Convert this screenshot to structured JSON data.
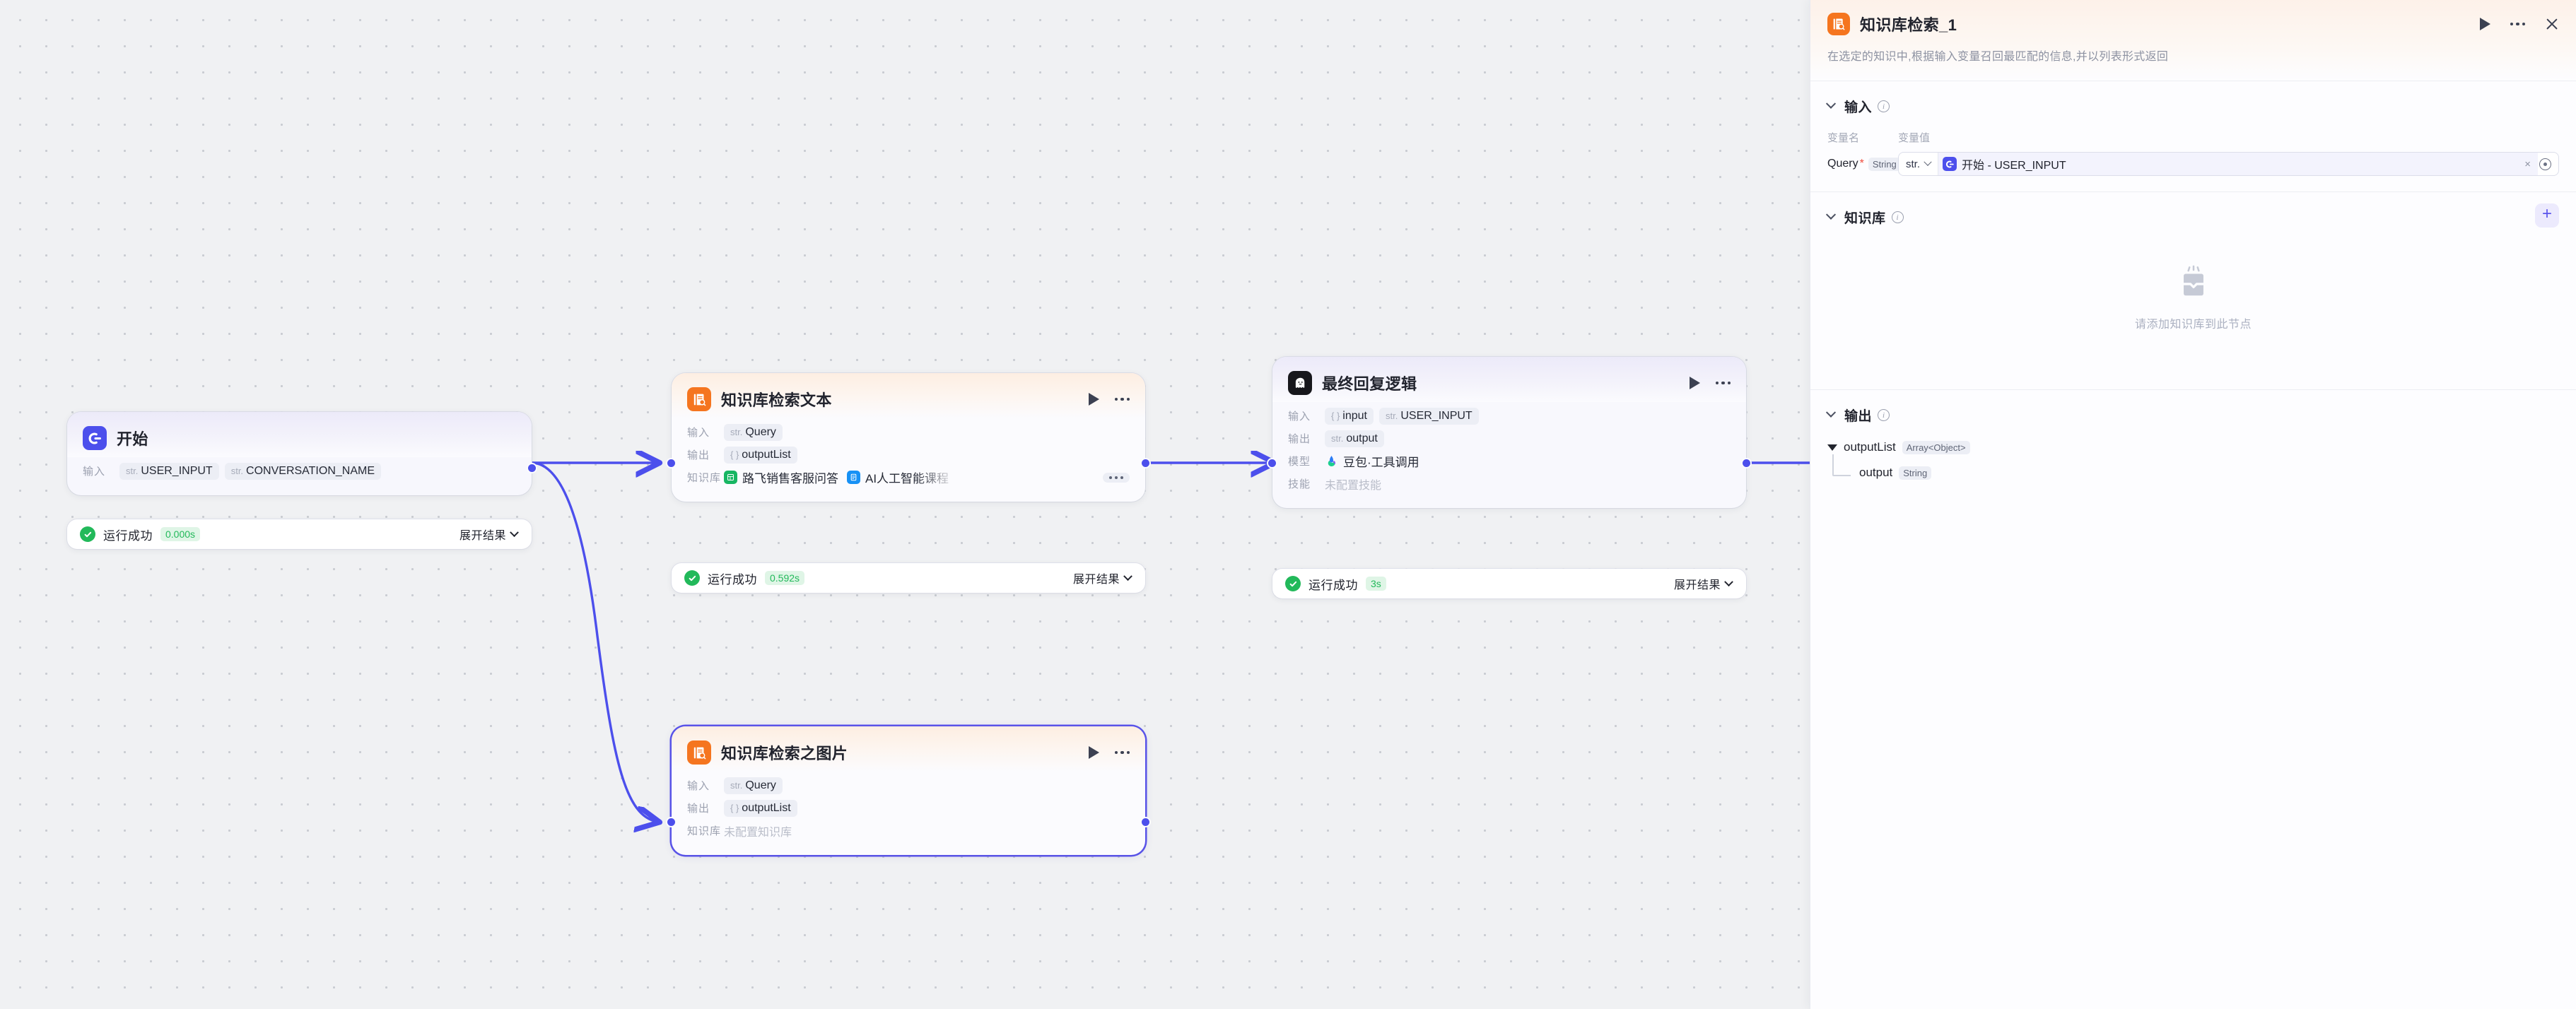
{
  "canvas": {
    "nodes": [
      {
        "id": "start",
        "title": "开始",
        "icon": "start-icon",
        "rows": [
          {
            "label": "输入",
            "chips": [
              {
                "type": "str.",
                "name": "USER_INPUT"
              },
              {
                "type": "str.",
                "name": "CONVERSATION_NAME"
              }
            ]
          }
        ],
        "status": {
          "text": "运行成功",
          "duration": "0.000s",
          "expand": "展开结果"
        }
      },
      {
        "id": "kb-text",
        "title": "知识库检索文本",
        "icon": "knowledge-base-icon",
        "rows": [
          {
            "label": "输入",
            "chips": [
              {
                "type": "str.",
                "name": "Query"
              }
            ]
          },
          {
            "label": "输出",
            "chips": [
              {
                "type": "{ }",
                "name": "outputList"
              }
            ]
          }
        ],
        "kb_label": "知识库",
        "kb_items": [
          {
            "name": "路飞销售客服问答",
            "color": "green"
          },
          {
            "name": "AI人工智能课程",
            "color": "cyan"
          }
        ],
        "kb_overflow": "more-icon",
        "status": {
          "text": "运行成功",
          "duration": "0.592s",
          "expand": "展开结果"
        }
      },
      {
        "id": "final-reply",
        "title": "最终回复逻辑",
        "icon": "ghost-icon",
        "rows": [
          {
            "label": "输入",
            "chips": [
              {
                "type": "{ }",
                "name": "input"
              },
              {
                "type": "str.",
                "name": "USER_INPUT"
              }
            ]
          },
          {
            "label": "输出",
            "chips": [
              {
                "type": "str.",
                "name": "output"
              }
            ]
          }
        ],
        "model_label": "模型",
        "model_name": "豆包·工具调用",
        "skill_label": "技能",
        "skill_value": "未配置技能",
        "status": {
          "text": "运行成功",
          "duration": "3s",
          "expand": "展开结果"
        }
      },
      {
        "id": "kb-image",
        "title": "知识库检索之图片",
        "icon": "knowledge-base-icon",
        "selected": true,
        "rows": [
          {
            "label": "输入",
            "chips": [
              {
                "type": "str.",
                "name": "Query"
              }
            ]
          },
          {
            "label": "输出",
            "chips": [
              {
                "type": "{ }",
                "name": "outputList"
              }
            ]
          }
        ],
        "kb_label": "知识库",
        "kb_empty": "未配置知识库"
      }
    ]
  },
  "panel": {
    "title": "知识库检索_1",
    "icon": "knowledge-base-icon",
    "actions": {
      "run": "run-icon",
      "more": "more-icon",
      "close": "close-icon"
    },
    "description": "在选定的知识中,根据输入变量召回最匹配的信息,并以列表形式返回",
    "input_section": {
      "title": "输入",
      "col_name": "变量名",
      "col_value": "变量值",
      "variable": {
        "name": "Query",
        "required": "*",
        "type": "String",
        "value_type": "str.",
        "value_source": "开始 - USER_INPUT",
        "clear": "×"
      }
    },
    "kb_section": {
      "title": "知识库",
      "add": "+",
      "empty_text": "请添加知识库到此节点"
    },
    "output_section": {
      "title": "输出",
      "tree": {
        "name": "outputList",
        "type": "Array<Object>",
        "child": {
          "name": "output",
          "type": "String"
        }
      }
    }
  },
  "colors": {
    "accent": "#4c4fec",
    "orange": "#f5751f",
    "success": "#22b95a",
    "canvas_bg": "#f0f1f3"
  }
}
